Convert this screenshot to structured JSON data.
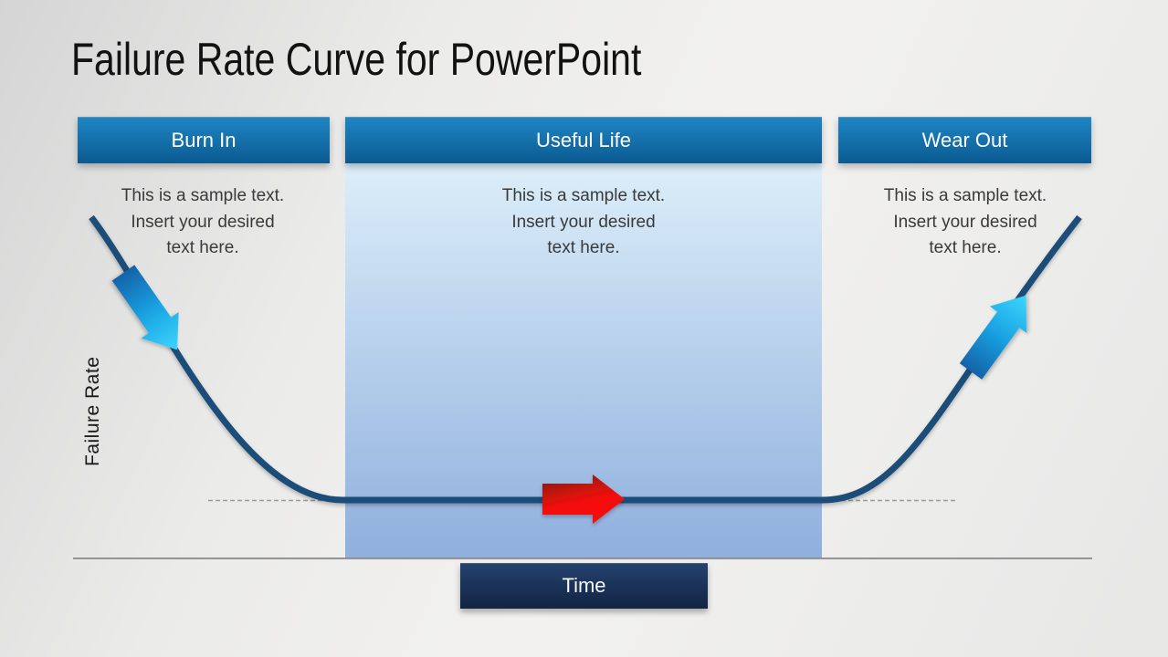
{
  "slide": {
    "title": "Failure Rate Curve for PowerPoint",
    "y_axis_label": "Failure Rate",
    "x_axis_label": "Time",
    "phases": [
      {
        "label": "Burn In",
        "description": "This is a sample text.\nInsert your desired\ntext here."
      },
      {
        "label": "Useful Life",
        "description": "This is a sample text.\nInsert your desired\ntext here."
      },
      {
        "label": "Wear Out",
        "description": "This is a sample text.\nInsert your desired\ntext here."
      }
    ],
    "colors": {
      "header_gradient_top": "#1e86c4",
      "header_gradient_bottom": "#0b5a91",
      "panel_gradient_top": "#dceef9",
      "panel_gradient_bottom": "#8fafdd",
      "curve": "#1f4e79",
      "arrow_blue_start": "#1262a8",
      "arrow_blue_mid": "#1aa3e3",
      "arrow_blue_end": "#3cd6fd",
      "arrow_red_start": "#8f1a10",
      "arrow_red_end": "#f50f0f",
      "time_box_top": "#24416f",
      "time_box_bottom": "#122442",
      "dashed_line": "#9a9a9a"
    }
  },
  "chart_data": {
    "type": "line",
    "title": "Failure Rate Curve (bathtub curve)",
    "xlabel": "Time",
    "ylabel": "Failure Rate",
    "x_ticks": [],
    "y_ticks": [],
    "grid": false,
    "phases": [
      "Burn In",
      "Useful Life",
      "Wear Out"
    ],
    "phase_boundaries_x_normalized": [
      0.0,
      0.254,
      0.739,
      1.0
    ],
    "series": [
      {
        "name": "Failure rate",
        "shape": "decreasing during Burn In, constant minimum during Useful Life, increasing during Wear Out",
        "x_normalized": [
          0.0,
          0.06,
          0.13,
          0.2,
          0.254,
          0.5,
          0.739,
          0.82,
          0.9,
          1.0
        ],
        "y_normalized": [
          1.0,
          0.73,
          0.42,
          0.13,
          0.0,
          0.0,
          0.0,
          0.27,
          0.58,
          1.0
        ]
      }
    ],
    "annotations": [
      "blue gradient arrow pointing down-right along Burn In descent",
      "red gradient arrow pointing right along Useful Life constant section",
      "blue gradient arrow pointing up-right along Wear Out ascent",
      "dashed baseline segments at constant failure-rate level outside the Useful Life band"
    ]
  }
}
